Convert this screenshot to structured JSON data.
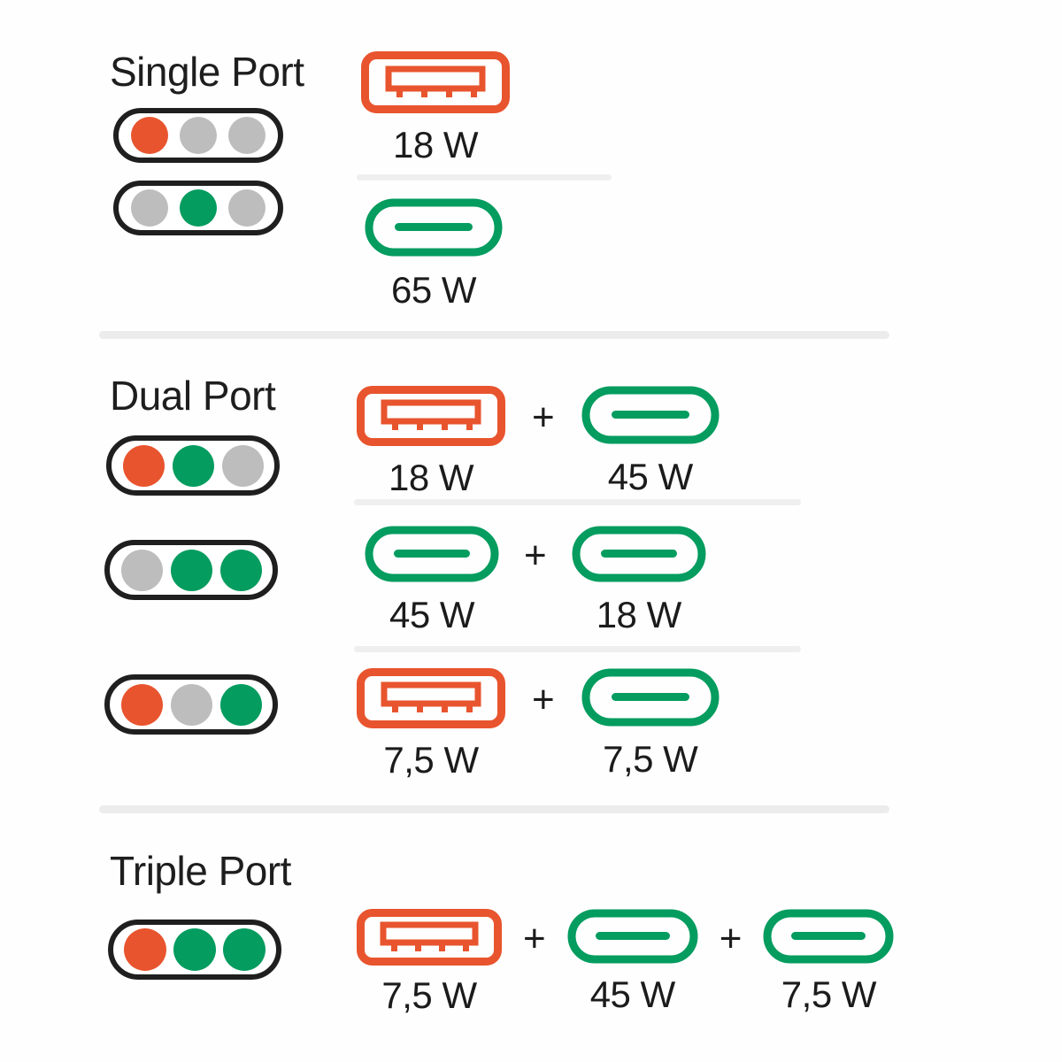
{
  "colors": {
    "orange": "#e8542e",
    "green": "#049c5f",
    "gray": "#bdbdbd",
    "outline": "#1f1f1f",
    "divider_major": "#ececec",
    "divider_minor": "#efefef",
    "text": "#1b1b1b",
    "background": "#fefefe"
  },
  "sections": [
    {
      "id": "single",
      "title": "Single Port",
      "rows": [
        {
          "indicator_dots": [
            "orange",
            "gray",
            "gray"
          ],
          "ports": [
            {
              "type": "usb-a",
              "color": "orange",
              "watt": "18 W"
            }
          ]
        },
        {
          "indicator_dots": [
            "gray",
            "green",
            "gray"
          ],
          "ports": [
            {
              "type": "usb-c",
              "color": "green",
              "watt": "65 W"
            }
          ]
        }
      ]
    },
    {
      "id": "dual",
      "title": "Dual Port",
      "rows": [
        {
          "indicator_dots": [
            "orange",
            "green",
            "gray"
          ],
          "ports": [
            {
              "type": "usb-a",
              "color": "orange",
              "watt": "18 W"
            },
            {
              "type": "usb-c",
              "color": "green",
              "watt": "45 W"
            }
          ],
          "joiner": "+"
        },
        {
          "indicator_dots": [
            "gray",
            "green",
            "green"
          ],
          "ports": [
            {
              "type": "usb-c",
              "color": "green",
              "watt": "45 W"
            },
            {
              "type": "usb-c",
              "color": "green",
              "watt": "18 W"
            }
          ],
          "joiner": "+"
        },
        {
          "indicator_dots": [
            "orange",
            "gray",
            "green"
          ],
          "ports": [
            {
              "type": "usb-a",
              "color": "orange",
              "watt": "7,5 W"
            },
            {
              "type": "usb-c",
              "color": "green",
              "watt": "7,5 W"
            }
          ],
          "joiner": "+"
        }
      ]
    },
    {
      "id": "triple",
      "title": "Triple Port",
      "rows": [
        {
          "indicator_dots": [
            "orange",
            "green",
            "green"
          ],
          "ports": [
            {
              "type": "usb-a",
              "color": "orange",
              "watt": "7,5 W"
            },
            {
              "type": "usb-c",
              "color": "green",
              "watt": "45 W"
            },
            {
              "type": "usb-c",
              "color": "green",
              "watt": "7,5 W"
            }
          ],
          "joiner": "+"
        }
      ]
    }
  ],
  "joiners": {
    "plus": "+"
  }
}
